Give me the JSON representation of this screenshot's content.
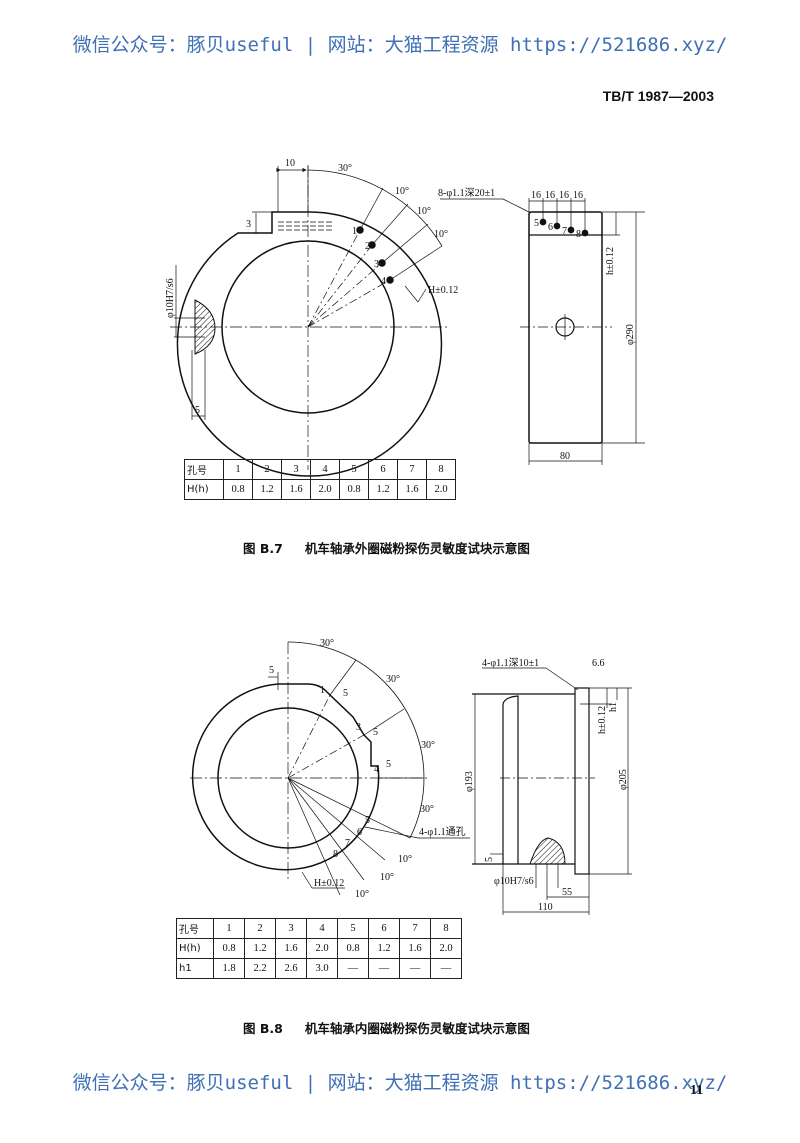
{
  "watermark": {
    "top": "微信公众号：豚贝useful | 网站：大猫工程资源 https://521686.xyz/",
    "bottom": "微信公众号：豚贝useful | 网站：大猫工程资源 https://521686.xyz/",
    "color": "#3f6fb5"
  },
  "header": {
    "standard_number": "TB/T 1987—2003"
  },
  "figure_b7": {
    "caption_number": "图 B.7",
    "caption_title": "机车轴承外圈磁粉探伤灵敏度试块示意图",
    "front_view": {
      "dim_top_width": "10",
      "dim_notch_depth": "3",
      "angle_main": "30°",
      "angle_steps": [
        "10°",
        "10°",
        "10°"
      ],
      "hole_labels": [
        "1",
        "2",
        "3",
        "4"
      ],
      "depth_tolerance": "H±0.12",
      "fit_label": "φ10H7/s6",
      "dim_left": "5"
    },
    "side_view": {
      "hole_note": "8-φ1.1深20±1",
      "pitch": [
        "16",
        "16",
        "16",
        "16"
      ],
      "hole_labels": [
        "5",
        "6",
        "7",
        "8"
      ],
      "depth_tolerance": "h±0.12",
      "diameter": "φ290",
      "width": "80"
    },
    "table": {
      "header": "孔号",
      "columns": [
        "1",
        "2",
        "3",
        "4",
        "5",
        "6",
        "7",
        "8"
      ],
      "rows": [
        {
          "label": "H(h)",
          "values": [
            "0.8",
            "1.2",
            "1.6",
            "2.0",
            "0.8",
            "1.2",
            "1.6",
            "2.0"
          ]
        }
      ]
    }
  },
  "figure_b8": {
    "caption_number": "图 B.8",
    "caption_title": "机车轴承内圈磁粉探伤灵敏度试块示意图",
    "front_view": {
      "angles_main": [
        "30°",
        "30°",
        "30°",
        "30°"
      ],
      "angle_steps": [
        "10°",
        "10°",
        "10°"
      ],
      "step_labels": [
        "1",
        "2",
        "3",
        "4"
      ],
      "step_dims": [
        "5",
        "5",
        "5",
        "5"
      ],
      "hole_labels": [
        "5",
        "6",
        "7",
        "8"
      ],
      "hole_note": "4-φ1.1通孔",
      "depth_tolerance": "H±0.12"
    },
    "side_view": {
      "hole_note": "4-φ1.1深10±1",
      "dim_top": "6.6",
      "depth_tolerance": "h±0.12",
      "h1": "h1",
      "inner_diameter": "φ193",
      "outer_diameter": "φ205",
      "dim_bottom": "5",
      "fit_label": "φ10H7/s6",
      "dim_55": "55",
      "dim_110": "110"
    },
    "table": {
      "header": "孔号",
      "columns": [
        "1",
        "2",
        "3",
        "4",
        "5",
        "6",
        "7",
        "8"
      ],
      "rows": [
        {
          "label": "H(h)",
          "values": [
            "0.8",
            "1.2",
            "1.6",
            "2.0",
            "0.8",
            "1.2",
            "1.6",
            "2.0"
          ]
        },
        {
          "label": "h1",
          "values": [
            "1.8",
            "2.2",
            "2.6",
            "3.0",
            "—",
            "—",
            "—",
            "—"
          ]
        }
      ]
    }
  },
  "footer": {
    "page_number": "11"
  }
}
